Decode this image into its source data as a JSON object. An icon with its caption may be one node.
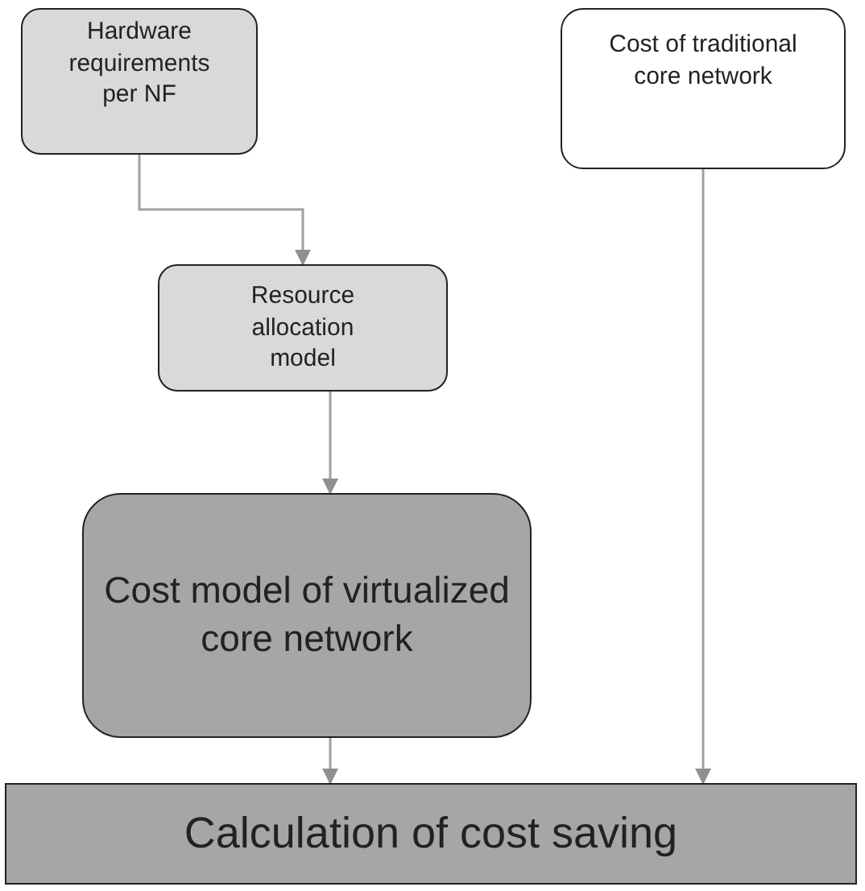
{
  "diagram": {
    "nodes": [
      {
        "text": [
          "Hardware requirements per NF"
        ]
      },
      {
        "text": [
          "Cost of traditional core network"
        ]
      },
      {
        "text": [
          "Resource allocation model"
        ]
      },
      {
        "text": [
          "Cost model of virtualized core network"
        ]
      },
      {
        "text": [
          "Calculation of cost saving"
        ]
      }
    ],
    "edges": [
      {
        "from": 0,
        "to": 2,
        "arrow": "to"
      },
      {
        "from": 2,
        "to": 3,
        "arrow": "to"
      },
      {
        "from": 3,
        "to": 4,
        "arrow": "to"
      },
      {
        "from": 1,
        "to": 4,
        "arrow": "to"
      }
    ]
  }
}
